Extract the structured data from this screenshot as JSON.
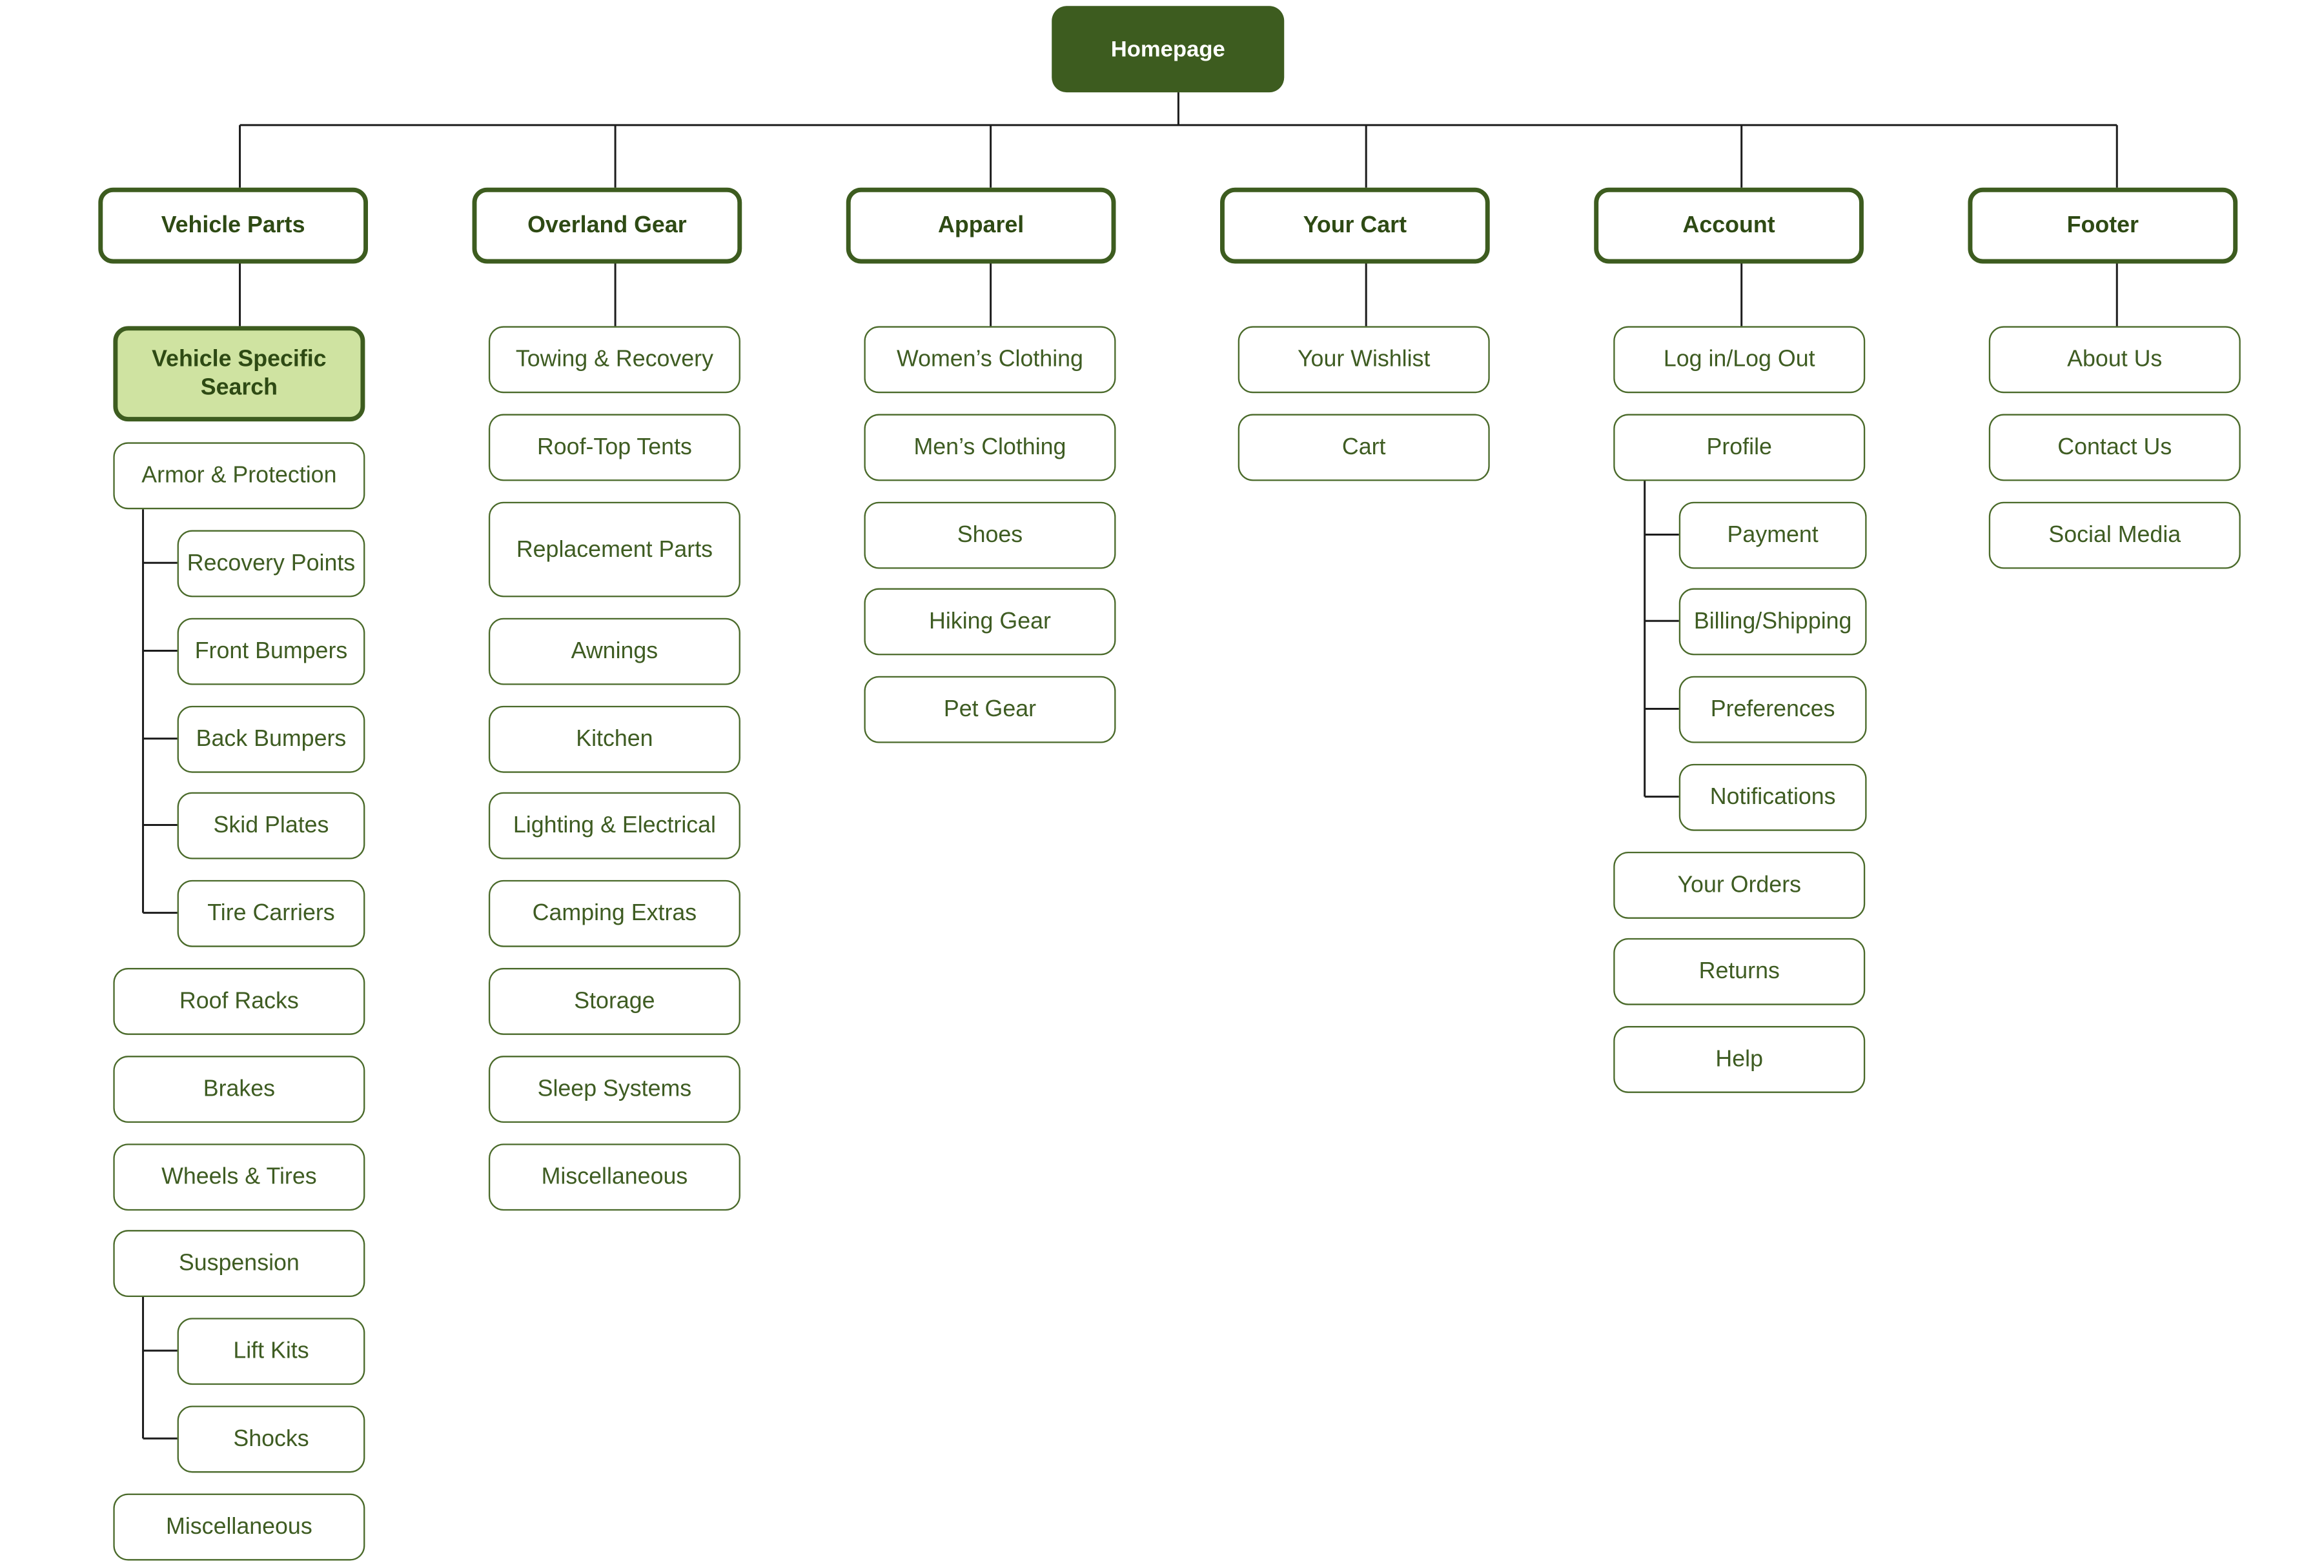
{
  "homepage": "Homepage",
  "colors": {
    "primary": "#3d5c1f",
    "text": "#3e5c22",
    "highlight_fill": "#cfe3a1",
    "connector": "#1c1c1c"
  },
  "vehicle_parts": {
    "title": "Vehicle Parts",
    "vehicle_specific_search": "Vehicle Specific Search",
    "armor_protection": {
      "label": "Armor & Protection",
      "children": [
        "Recovery Points",
        "Front Bumpers",
        "Back Bumpers",
        "Skid Plates",
        "Tire Carriers"
      ]
    },
    "roof_racks": "Roof Racks",
    "brakes": "Brakes",
    "wheels_tires": "Wheels & Tires",
    "suspension": {
      "label": "Suspension",
      "children": [
        "Lift Kits",
        "Shocks"
      ]
    },
    "miscellaneous": "Miscellaneous"
  },
  "overland_gear": {
    "title": "Overland Gear",
    "items": [
      "Towing & Recovery",
      "Roof-Top Tents",
      "Replacement Parts",
      "Awnings",
      "Kitchen",
      "Lighting & Electrical",
      "Camping Extras",
      "Storage",
      "Sleep Systems",
      "Miscellaneous"
    ]
  },
  "apparel": {
    "title": "Apparel",
    "items": [
      "Women’s Clothing",
      "Men’s Clothing",
      "Shoes",
      "Hiking Gear",
      "Pet Gear"
    ]
  },
  "your_cart": {
    "title": "Your Cart",
    "items": [
      "Your Wishlist",
      "Cart"
    ]
  },
  "account": {
    "title": "Account",
    "log_in_out": "Log in/Log Out",
    "profile": {
      "label": "Profile",
      "children": [
        "Payment",
        "Billing/Shipping",
        "Preferences",
        "Notifications"
      ]
    },
    "your_orders": "Your Orders",
    "returns": "Returns",
    "help": "Help"
  },
  "footer": {
    "title": "Footer",
    "items": [
      "About Us",
      "Contact Us",
      "Social Media"
    ]
  }
}
